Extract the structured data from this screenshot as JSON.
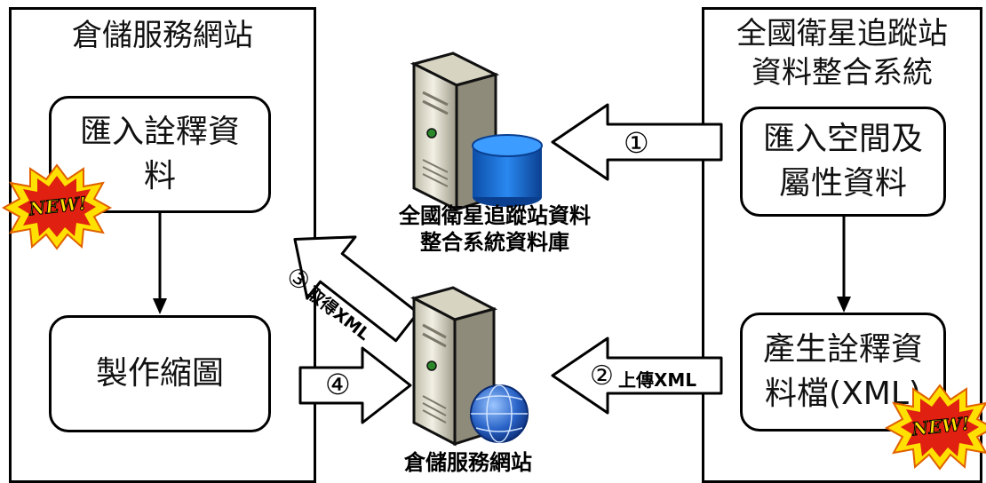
{
  "left_panel": {
    "title": "倉儲服務網站",
    "box_import": "匯入詮釋資\n料",
    "box_thumbnail": "製作縮圖",
    "new_badge": "NEW!"
  },
  "right_panel": {
    "title": "全國衛星追蹤站\n資料整合系統",
    "box_import_spatial": "匯入空間及\n屬性資料",
    "box_generate": "產生詮釋資\n料檔(XML)",
    "new_badge": "NEW!"
  },
  "center": {
    "db_caption": "全國衛星追蹤站資料\n整合系統資料庫",
    "web_caption": "倉儲服務網站"
  },
  "arrows": {
    "a1": "①",
    "a2_num": "②",
    "a2_text": "上傳XML",
    "a3_num": "③",
    "a3_text": "取得XML",
    "a4": "④"
  },
  "colors": {
    "db_blue": "#1f6fd0",
    "globe_blue": "#2a64c8",
    "server_body": "#e8e6d6",
    "badge_red": "#e02010",
    "badge_yellow": "#ffe000"
  }
}
